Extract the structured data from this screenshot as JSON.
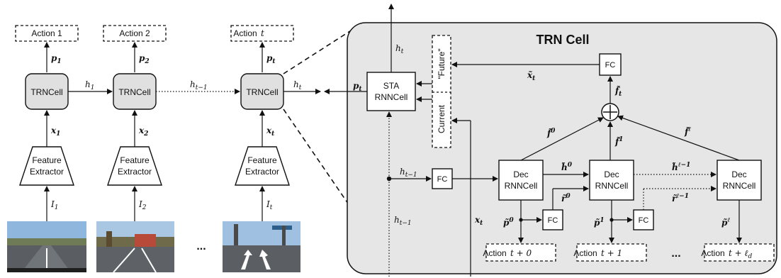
{
  "left": {
    "actions": [
      "Action 1",
      "Action 2",
      "Action "
    ],
    "action_t_var": "t",
    "cells": [
      "TRNCell",
      "TRNCell",
      "TRNCell"
    ],
    "extractor_line1": "Feature",
    "extractor_line2": "Extractor",
    "p": [
      "p",
      "p",
      "p"
    ],
    "p_sub": [
      "1",
      "2",
      "t"
    ],
    "x": [
      "x",
      "x",
      "x"
    ],
    "x_sub": [
      "1",
      "2",
      "t"
    ],
    "I": [
      "I",
      "I",
      "I"
    ],
    "I_sub": [
      "1",
      "2",
      "t"
    ],
    "h_labels": [
      "h",
      "h",
      "h"
    ],
    "h_subs": [
      "1",
      "t−1",
      "t"
    ],
    "ellipsis": "..."
  },
  "trn": {
    "title": "TRN Cell",
    "sta_line1": "STA",
    "sta_line2": "RNNCell",
    "future": "\"Future\"",
    "current": "Current",
    "fc": "FC",
    "dec_line1": "Dec",
    "dec_line2": "RNNCell",
    "actions": [
      "Action ",
      "Action ",
      "Action "
    ],
    "action_suffix": [
      "t + 0",
      "t + 1",
      "t + ℓ"
    ],
    "action_suffix_sub": [
      "",
      "",
      "d"
    ],
    "ellipsis": "...",
    "labels": {
      "h_t_top": "h",
      "h_t_top_sub": "t",
      "p_t": "p",
      "p_t_sub": "t",
      "x_tilde": "x̃",
      "x_tilde_sub": "t",
      "f_tilde": "f̃",
      "f_tilde_sub": "t",
      "h_tm1": "h",
      "h_tm1_sub": "t−1",
      "x_t": "x",
      "x_t_sub": "t",
      "f0": "f̃",
      "f0_sup": "0",
      "f1": "f̃",
      "f1_sup": "1",
      "fld": "f̃",
      "fld_sup": "ℓ",
      "h0": "h̃",
      "h0_sup": "0",
      "hld": "h̃",
      "hld_sup": "ℓ−1",
      "r0": "r̃",
      "r0_sup": "0",
      "rld": "r̃",
      "rld_sup": "ℓ−1",
      "pt0": "p̃",
      "pt0_sup": "0",
      "pt1": "p̃",
      "pt1_sup": "1",
      "ptld": "p̃",
      "ptld_sup": "ℓ"
    }
  }
}
